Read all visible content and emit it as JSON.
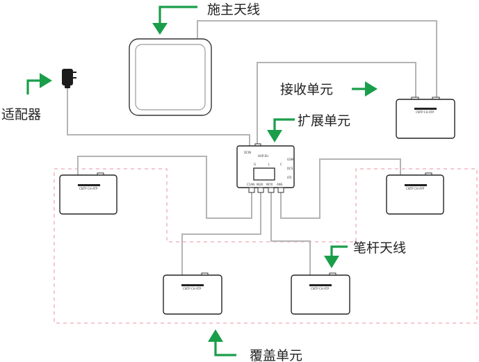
{
  "labels": {
    "main_antenna": "施主天线",
    "adapter": "适配器",
    "receiver": "接收单元",
    "expander": "扩展单元",
    "pen_antenna": "笔杆天线",
    "coverage": "覆盖单元"
  },
  "expander_panel": {
    "top_left": "DCIN",
    "top_center": "HUP-EU",
    "mid_left": "G",
    "mid_center": "L",
    "mid_right": "C",
    "right_1": "GSM",
    "right_2": "DCS",
    "right_3": "LTE",
    "bottom_1": "C1AN",
    "bottom_2": "IN30",
    "bottom_3": "IN70",
    "bottom_4": "ANS"
  },
  "unit_text": "CNTP CH ATP",
  "colors": {
    "arrow": "#1a9e4a",
    "wire": "#b4b4b4",
    "zone_border": "#f0a8b4"
  }
}
